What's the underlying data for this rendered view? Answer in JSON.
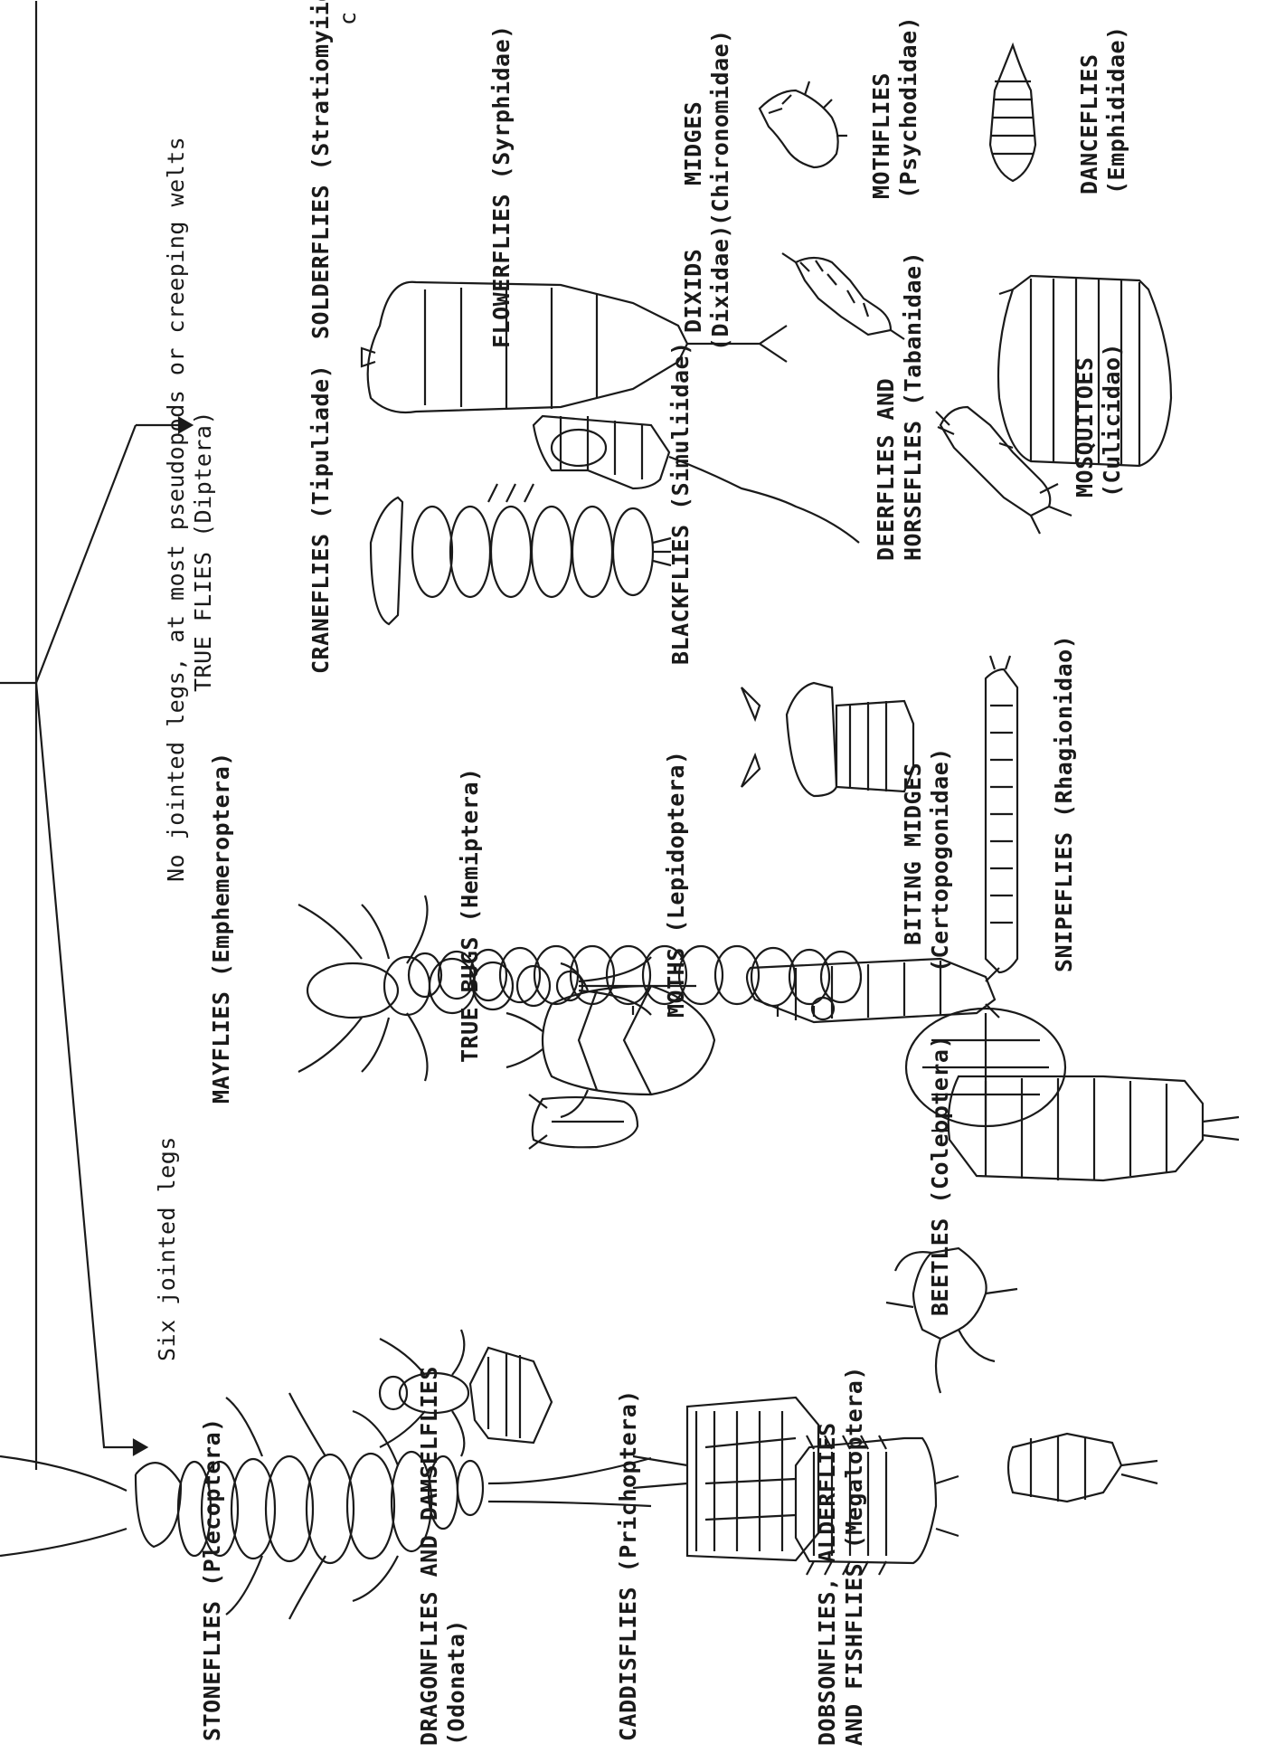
{
  "header": {
    "fragment": "    c      Coleoptera and Hemiptera.)"
  },
  "branches": {
    "six_legs": "Six jointed legs",
    "no_legs_line1": "No jointed legs, at most pseudopods or creeping welts",
    "no_legs_line2": "TRUE FLIES (Diptera)"
  },
  "six_legged_groups": [
    {
      "name": "STONEFLIES",
      "order": "(Plecoptera)"
    },
    {
      "name": "MAYFLIES",
      "order": "(Emphemeroptera)"
    },
    {
      "name": "DRAGONFLIES AND DAMSELFLIES",
      "order": "(Odonata)"
    },
    {
      "name": "TRUE BUGS",
      "order": "(Hemiptera)"
    },
    {
      "name": "CADDISFLIES",
      "order": "(Prichoptera)"
    },
    {
      "name": "MOTHS",
      "order": "(Lepidoptera)"
    },
    {
      "name": "DOBSONFLIES, ALDERFLIES",
      "order": "AND FISHFLIES (Megaloptera)"
    },
    {
      "name": "BEETLES",
      "order": "(Coleoptera)"
    }
  ],
  "fly_families": [
    {
      "name": "CRANEFLIES",
      "family": "(Tipuliade)"
    },
    {
      "name": "SOLDERFLIES",
      "family": "(Stratiomyiidae)"
    },
    {
      "name": "FLOWERFLIES",
      "family": "(Syrphidae)"
    },
    {
      "name": "BLACKFLIES",
      "family": "(Simuliidae)"
    },
    {
      "name": "DIXIDS",
      "family": "(Dixidae)"
    },
    {
      "name": "MIDGES",
      "family": "(Chironomidae)"
    },
    {
      "name": "MOTHFLIES",
      "family": "(Psychodidae)"
    },
    {
      "name": "BITING MIDGES",
      "family": "(Certopogonidae)"
    },
    {
      "name": "DEERFLIES AND",
      "family": "HORSEFLIES (Tabanidae)"
    },
    {
      "name": "MOSQUITOES",
      "family": "(Culicidao)"
    },
    {
      "name": "DANCEFLIES",
      "family": "(Emphididae)"
    },
    {
      "name": "SNIPEFLIES",
      "family": "(Rhagionidao)"
    }
  ]
}
